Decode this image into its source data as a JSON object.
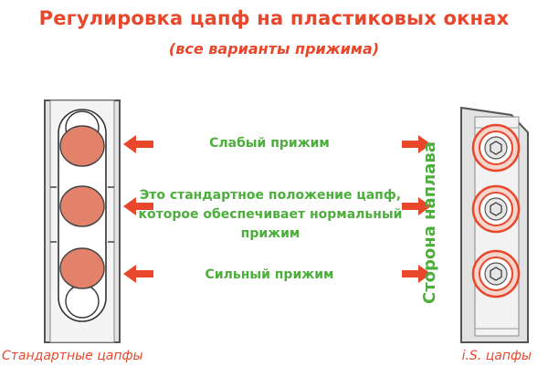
{
  "title": "Регулировка цапф на пластиковых окнах",
  "subtitle": "(все варианты прижима)",
  "labels": {
    "weak": "Слабый прижим",
    "standard": "Это стандартное положение цапф, которое обеспечивает нормальный прижим",
    "strong": "Сильный прижим"
  },
  "side_label": "Сторона наплава",
  "captions": {
    "left": "Стандартные цапфы",
    "right": "i.S. цапфы"
  },
  "colors": {
    "red": "#e8472b",
    "green": "#4cae3b",
    "cam_fill": "#e3826a",
    "frame_gray": "#d8d8d8"
  }
}
